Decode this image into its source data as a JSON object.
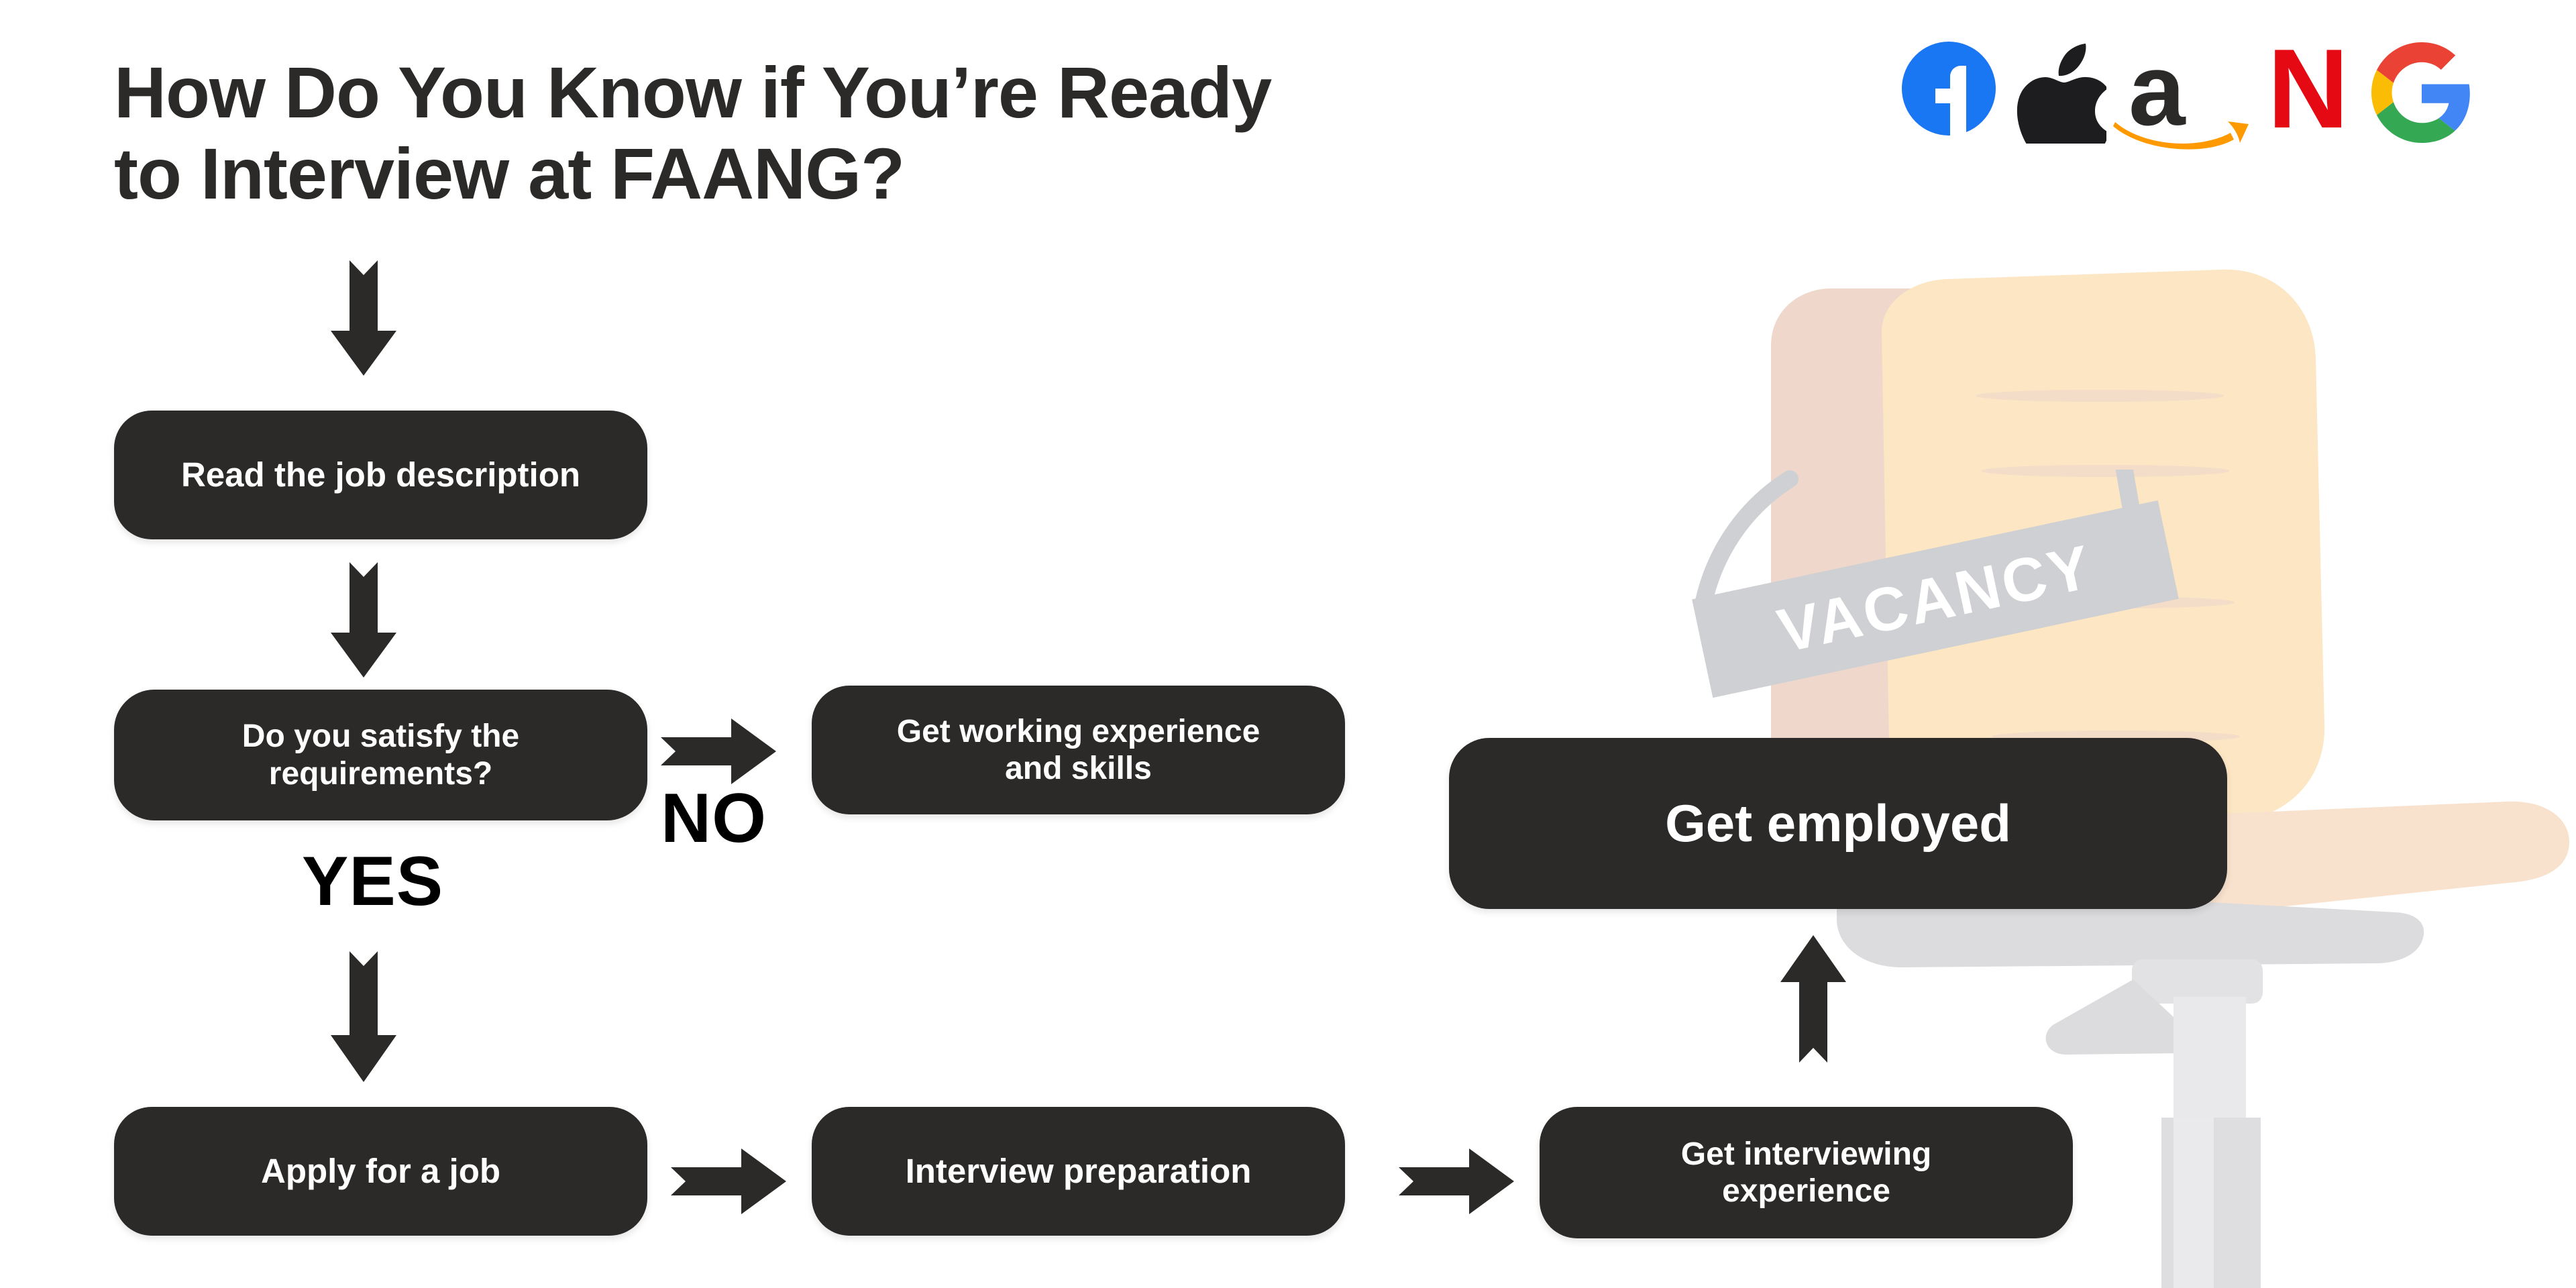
{
  "page": {
    "background_color": "#ffffff",
    "box_color": "#2b2a28",
    "box_text_color": "#ffffff",
    "arrow_color": "#2b2a28",
    "label_color": "#000000"
  },
  "title": {
    "line1": "How Do You Know if You’re Ready",
    "line2": "to Interview at FAANG?"
  },
  "logos": [
    {
      "name": "facebook-logo",
      "letter": "f",
      "color": "#1977F3"
    },
    {
      "name": "apple-logo",
      "letter": "",
      "color": "#1d1d1f"
    },
    {
      "name": "amazon-logo",
      "letter": "a",
      "color": "#2b2a28",
      "accent": "#FF9900"
    },
    {
      "name": "netflix-logo",
      "letter": "N",
      "color": "#E50914"
    },
    {
      "name": "google-logo",
      "letter": "G",
      "colors": [
        "#EA4335",
        "#FBBC05",
        "#34A853",
        "#4285F4"
      ]
    }
  ],
  "illustration": {
    "vacancy_sign_text": "VACANCY",
    "sign_color": "#cfd0d3",
    "sign_text_color": "#ffffff",
    "chair_back_color": "#FCE6C4",
    "chair_back_shade_color": "#EFD8CB",
    "chair_seat_color": "#F8E2CE",
    "chair_metal_color": "#DCDCDE"
  },
  "flow": {
    "boxes": [
      {
        "id": "read",
        "label": "Read the job description"
      },
      {
        "id": "decide",
        "label": "Do you satisfy the\nrequirements?"
      },
      {
        "id": "getwork",
        "label": "Get working experience\nand skills"
      },
      {
        "id": "apply",
        "label": "Apply for a job"
      },
      {
        "id": "prep",
        "label": "Interview preparation"
      },
      {
        "id": "getint",
        "label": "Get interviewing\nexperience"
      },
      {
        "id": "employed",
        "label": "Get employed"
      }
    ],
    "labels": {
      "yes": "YES",
      "no": "NO"
    },
    "arrows": [
      {
        "id": "arrow-top",
        "direction": "down",
        "from": "start",
        "to": "read"
      },
      {
        "id": "arrow-read-decide",
        "direction": "down",
        "from": "read",
        "to": "decide"
      },
      {
        "id": "arrow-no",
        "direction": "right",
        "from": "decide",
        "to": "getwork"
      },
      {
        "id": "arrow-yes",
        "direction": "down",
        "from": "decide",
        "to": "apply"
      },
      {
        "id": "arrow-apply-prep",
        "direction": "right",
        "from": "apply",
        "to": "prep"
      },
      {
        "id": "arrow-prep-getint",
        "direction": "right",
        "from": "prep",
        "to": "getint"
      },
      {
        "id": "arrow-up",
        "direction": "up",
        "from": "getint",
        "to": "employed"
      }
    ]
  }
}
